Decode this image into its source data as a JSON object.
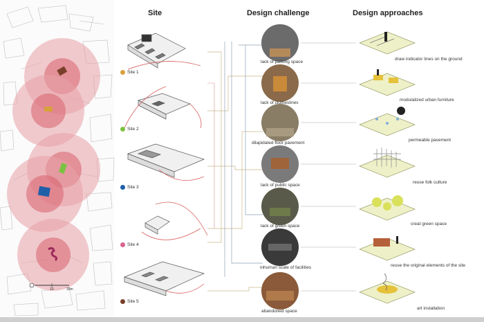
{
  "headers": {
    "site": "Site",
    "challenge": "Design challenge",
    "approaches": "Design approaches"
  },
  "sites": [
    {
      "label": "Site 1",
      "color": "#d9a13b"
    },
    {
      "label": "Site 2",
      "color": "#7cc242"
    },
    {
      "label": "Site 3",
      "color": "#1f5fa8"
    },
    {
      "label": "Site 4",
      "color": "#d9658f"
    },
    {
      "label": "Site 5",
      "color": "#7a3f2a"
    }
  ],
  "challenges": [
    "lack of parking space",
    "lack of clotheslines",
    "dilapidated floor pavement",
    "lack of public space",
    "lack of green space",
    "inhuman scale of facilities",
    "abandoned space"
  ],
  "approaches": [
    "draw indicator lines on the ground",
    "modulalized urban furniture",
    "permeable pavement",
    "reuse folk culture",
    "creat green space",
    "reuse the original elements of the site",
    "art installation"
  ],
  "scale_bar": {
    "mid": "10",
    "end": "30m"
  },
  "colors": {
    "buffer": "#e8a0a8",
    "buffer_core": "#d9606e",
    "lines": "#c9b98a"
  }
}
